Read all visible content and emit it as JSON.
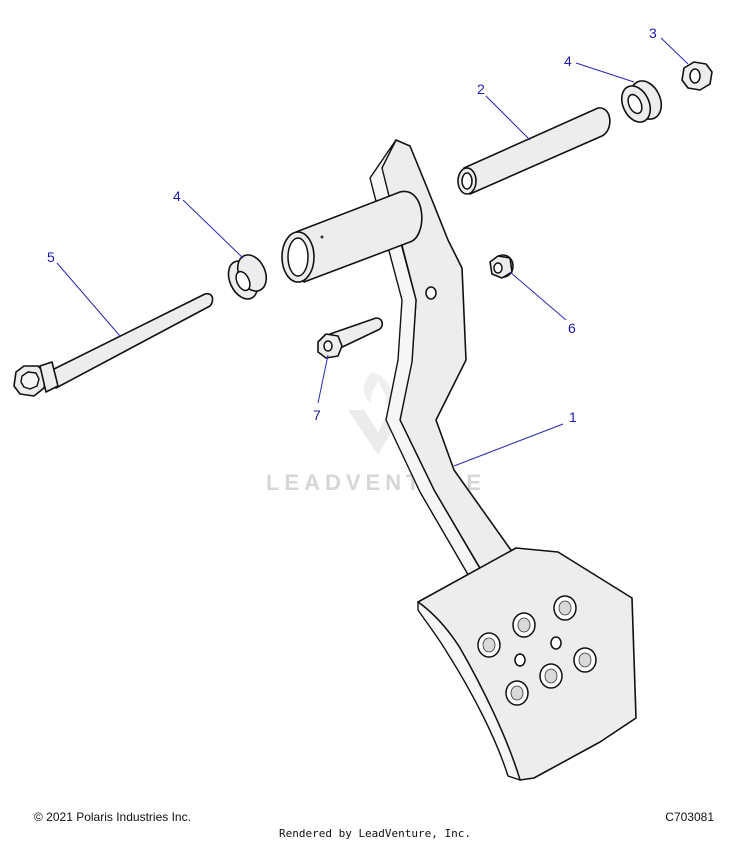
{
  "watermark": {
    "text": "LEADVENTURE"
  },
  "callouts": [
    {
      "id": "1",
      "label": "1"
    },
    {
      "id": "2",
      "label": "2"
    },
    {
      "id": "3",
      "label": "3"
    },
    {
      "id": "4a",
      "label": "4"
    },
    {
      "id": "4b",
      "label": "4"
    },
    {
      "id": "5",
      "label": "5"
    },
    {
      "id": "6",
      "label": "6"
    },
    {
      "id": "7",
      "label": "7"
    }
  ],
  "footer": {
    "copyright": "© 2021 Polaris Industries Inc.",
    "code": "C703081",
    "rendered_by": "Rendered by LeadVenture, Inc."
  },
  "colors": {
    "callout": "#1a1aa8",
    "line": "#111111",
    "part_fill": "#ededed"
  }
}
